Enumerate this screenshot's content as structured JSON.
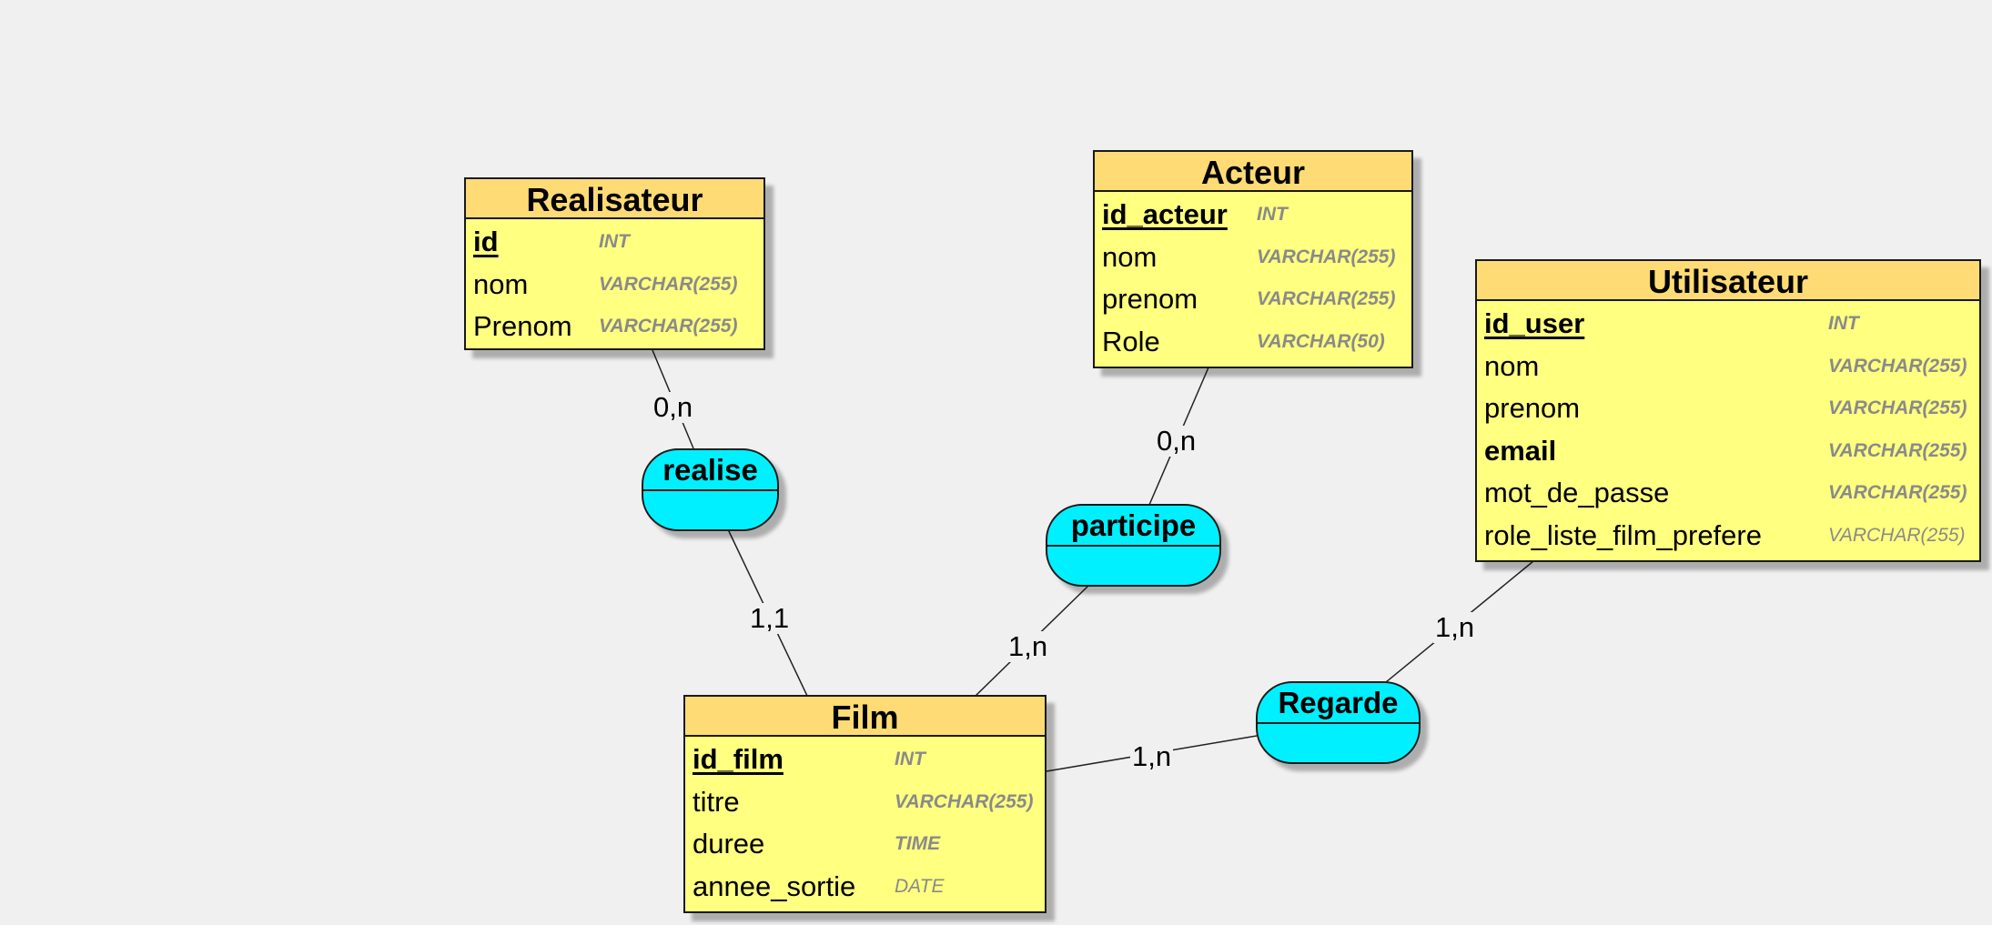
{
  "entities": {
    "realisateur": {
      "name": "Realisateur",
      "attributes": [
        {
          "name": "id",
          "type": "INT"
        },
        {
          "name": "nom",
          "type": "VARCHAR(255)"
        },
        {
          "name": "Prenom",
          "type": "VARCHAR(255)"
        }
      ]
    },
    "acteur": {
      "name": "Acteur",
      "attributes": [
        {
          "name": "id_acteur",
          "type": "INT"
        },
        {
          "name": "nom",
          "type": "VARCHAR(255)"
        },
        {
          "name": "prenom",
          "type": "VARCHAR(255)"
        },
        {
          "name": "Role",
          "type": "VARCHAR(50)"
        }
      ]
    },
    "utilisateur": {
      "name": "Utilisateur",
      "attributes": [
        {
          "name": "id_user",
          "type": "INT"
        },
        {
          "name": "nom",
          "type": "VARCHAR(255)"
        },
        {
          "name": "prenom",
          "type": "VARCHAR(255)"
        },
        {
          "name": "email",
          "type": "VARCHAR(255)"
        },
        {
          "name": "mot_de_passe",
          "type": "VARCHAR(255)"
        },
        {
          "name": "role_liste_film_prefere",
          "type": "VARCHAR(255)"
        }
      ]
    },
    "film": {
      "name": "Film",
      "attributes": [
        {
          "name": "id_film",
          "type": "INT"
        },
        {
          "name": "titre",
          "type": "VARCHAR(255)"
        },
        {
          "name": "duree",
          "type": "TIME"
        },
        {
          "name": "annee_sortie",
          "type": "DATE"
        }
      ]
    }
  },
  "associations": {
    "realise": {
      "name": "realise"
    },
    "participe": {
      "name": "participe"
    },
    "regarde": {
      "name": "Regarde"
    }
  },
  "cardinalities": {
    "realisateur_realise": "0,n",
    "realise_film": "1,1",
    "acteur_participe": "0,n",
    "participe_film": "1,n",
    "utilisateur_regarde": "1,n",
    "film_regarde": "1,n"
  },
  "colors": {
    "background": "#f0f0f0",
    "entity_body": "#ffff80",
    "entity_header": "#ffdb75",
    "association": "#00f0ff",
    "type_text": "#8a8a8a"
  }
}
